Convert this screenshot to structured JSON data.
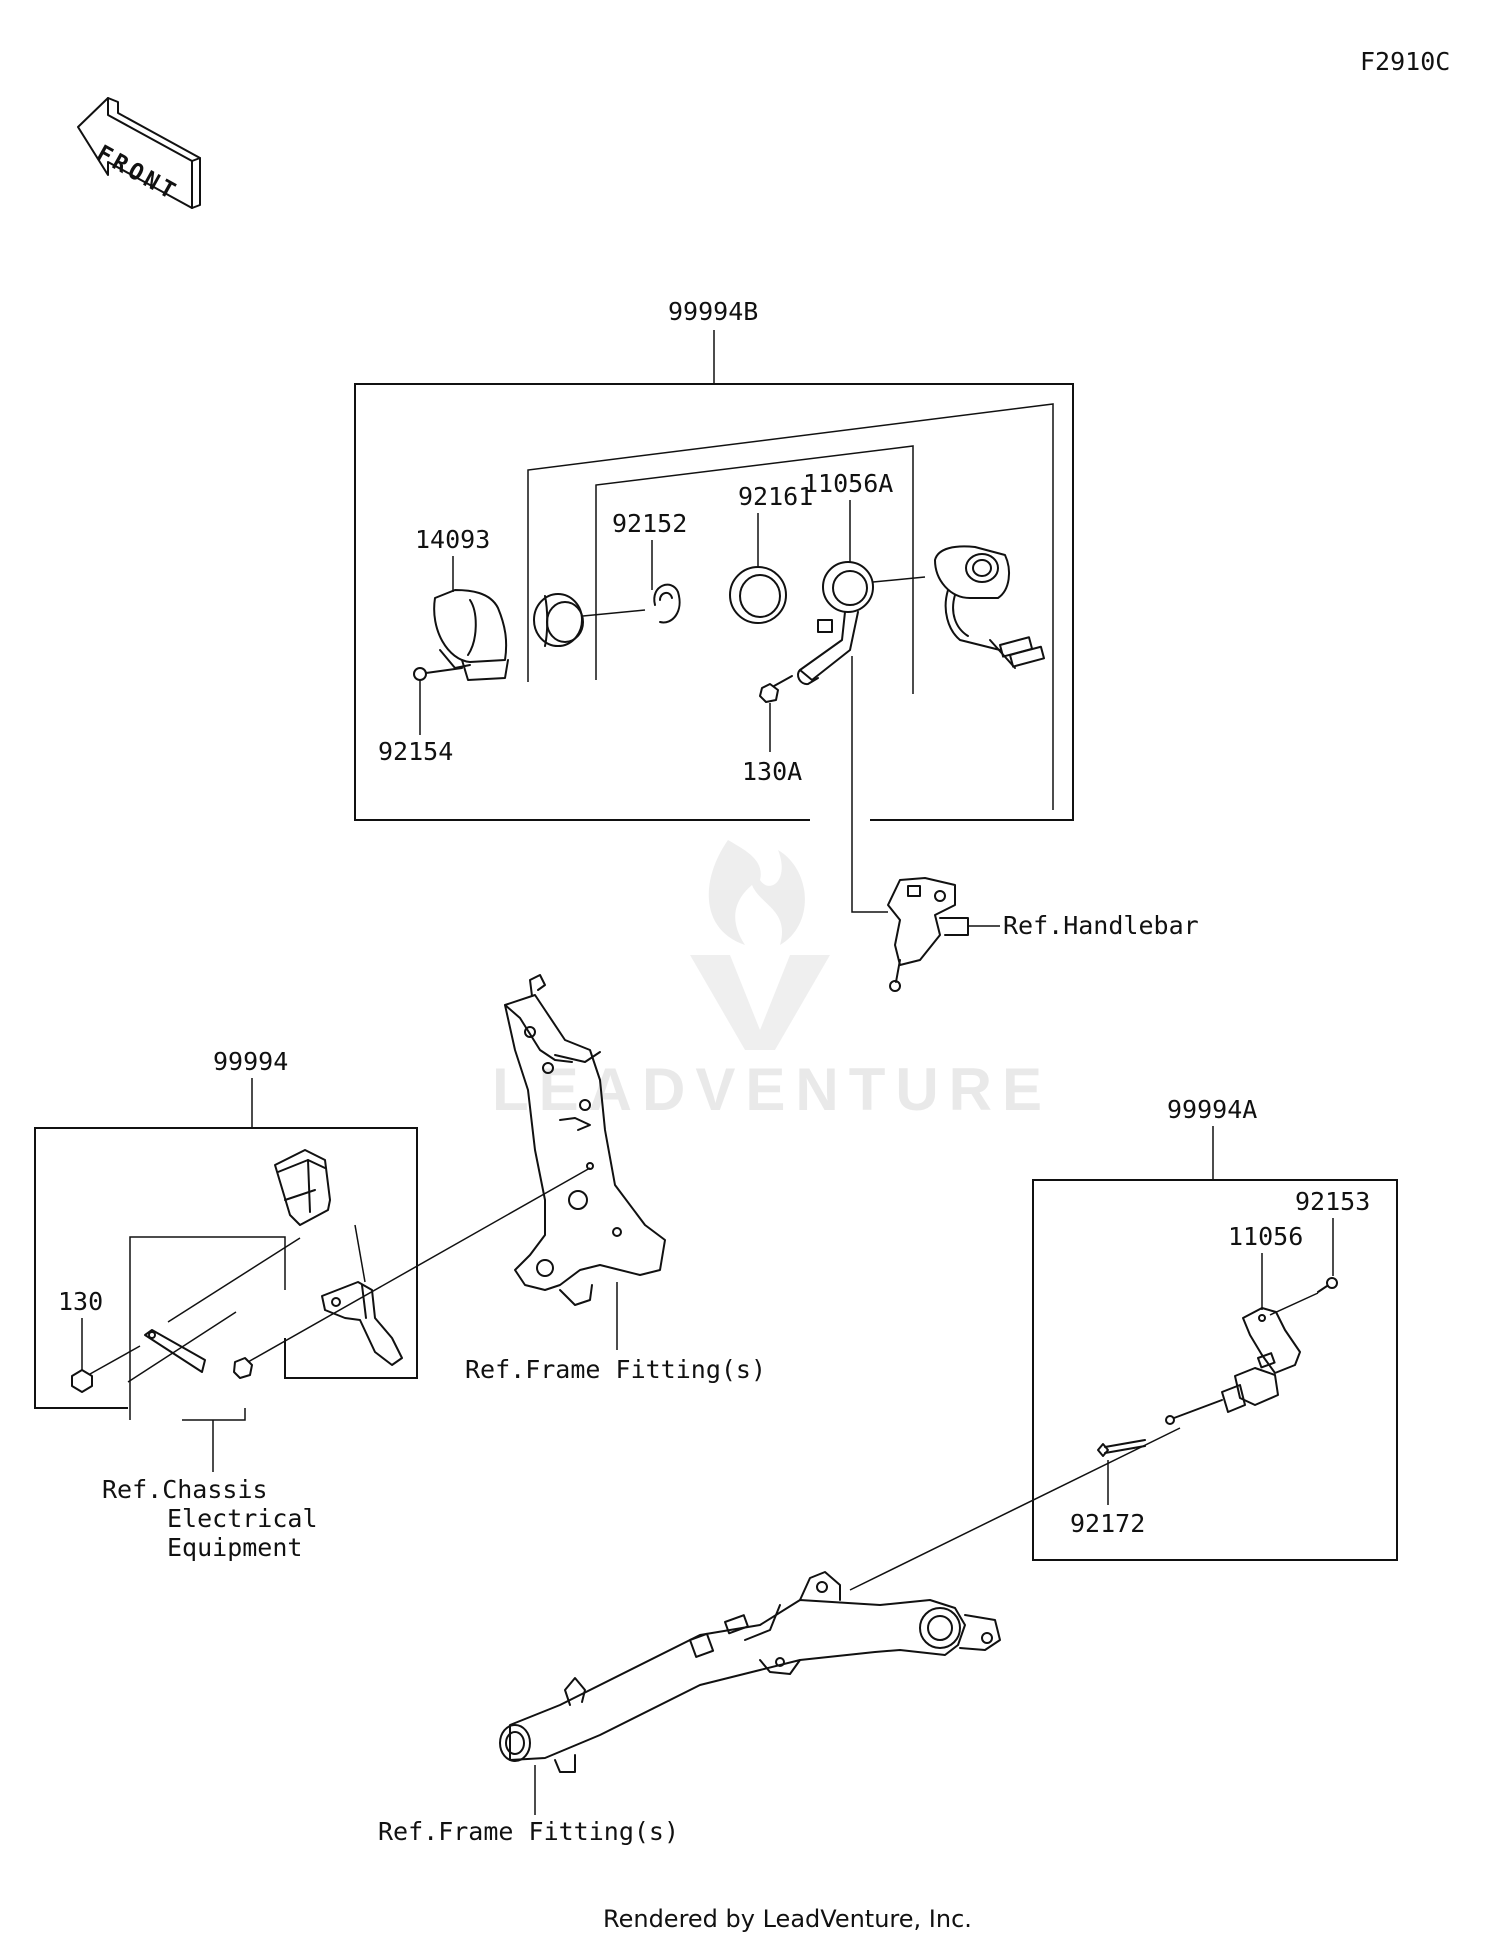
{
  "figure_code": "F2910C",
  "front_label": "FRONT",
  "watermark": "LEADVENTURE",
  "footer": "Rendered by LeadVenture, Inc.",
  "kits": {
    "upper": "99994B",
    "left": "99994",
    "right": "99994A"
  },
  "parts": {
    "p14093": "14093",
    "p92152": "92152",
    "p92161": "92161",
    "p11056A": "11056A",
    "p92154": "92154",
    "p130A": "130A",
    "p130": "130",
    "p92153": "92153",
    "p11056": "11056",
    "p92172": "92172"
  },
  "refs": {
    "handlebar": "Ref.Handlebar",
    "frame_fitting_upper": "Ref.Frame Fitting(s)",
    "frame_fitting_lower": "Ref.Frame Fitting(s)",
    "chassis_line1": "Ref.Chassis",
    "chassis_line2": "Electrical",
    "chassis_line3": "Equipment"
  }
}
